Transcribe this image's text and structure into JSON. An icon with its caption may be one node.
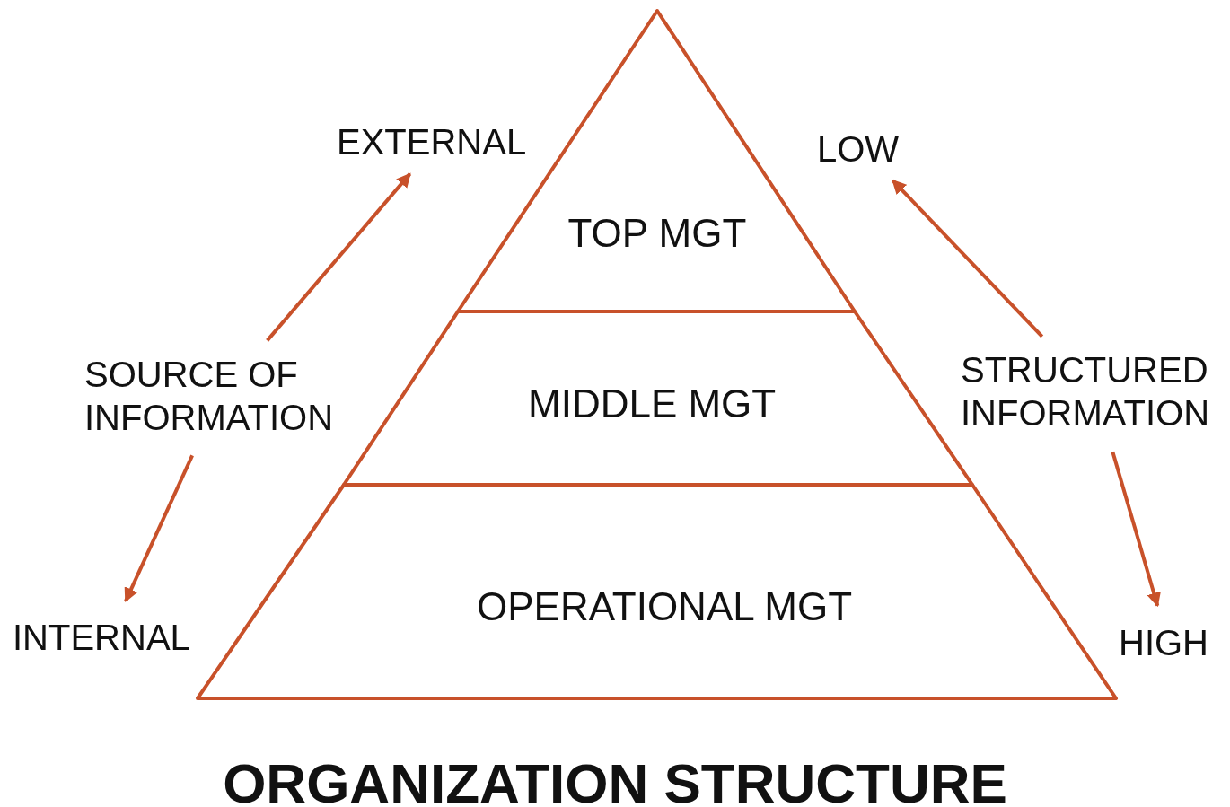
{
  "diagram": {
    "caption": "ORGANIZATION STRUCTURE",
    "nodes": [
      {
        "text": [
          "EXTERNAL"
        ]
      },
      {
        "text": [
          "LOW"
        ]
      },
      {
        "text": [
          "TOP MGT"
        ]
      },
      {
        "text": [
          "SOURCE OF INFORMATION"
        ]
      },
      {
        "text": [
          "MIDDLE MGT"
        ]
      },
      {
        "text": [
          "STRUCTURED INFORMATION"
        ]
      },
      {
        "text": [
          "INTERNAL"
        ]
      },
      {
        "text": [
          "OPERATIONAL MGT"
        ]
      },
      {
        "text": [
          "HIGH"
        ]
      }
    ],
    "edges": [
      {
        "from": 3,
        "to": 0,
        "arrow": "to"
      },
      {
        "from": 3,
        "to": 6,
        "arrow": "to"
      },
      {
        "from": 5,
        "to": 1,
        "arrow": "to"
      },
      {
        "from": 5,
        "to": 8,
        "arrow": "to"
      }
    ]
  }
}
